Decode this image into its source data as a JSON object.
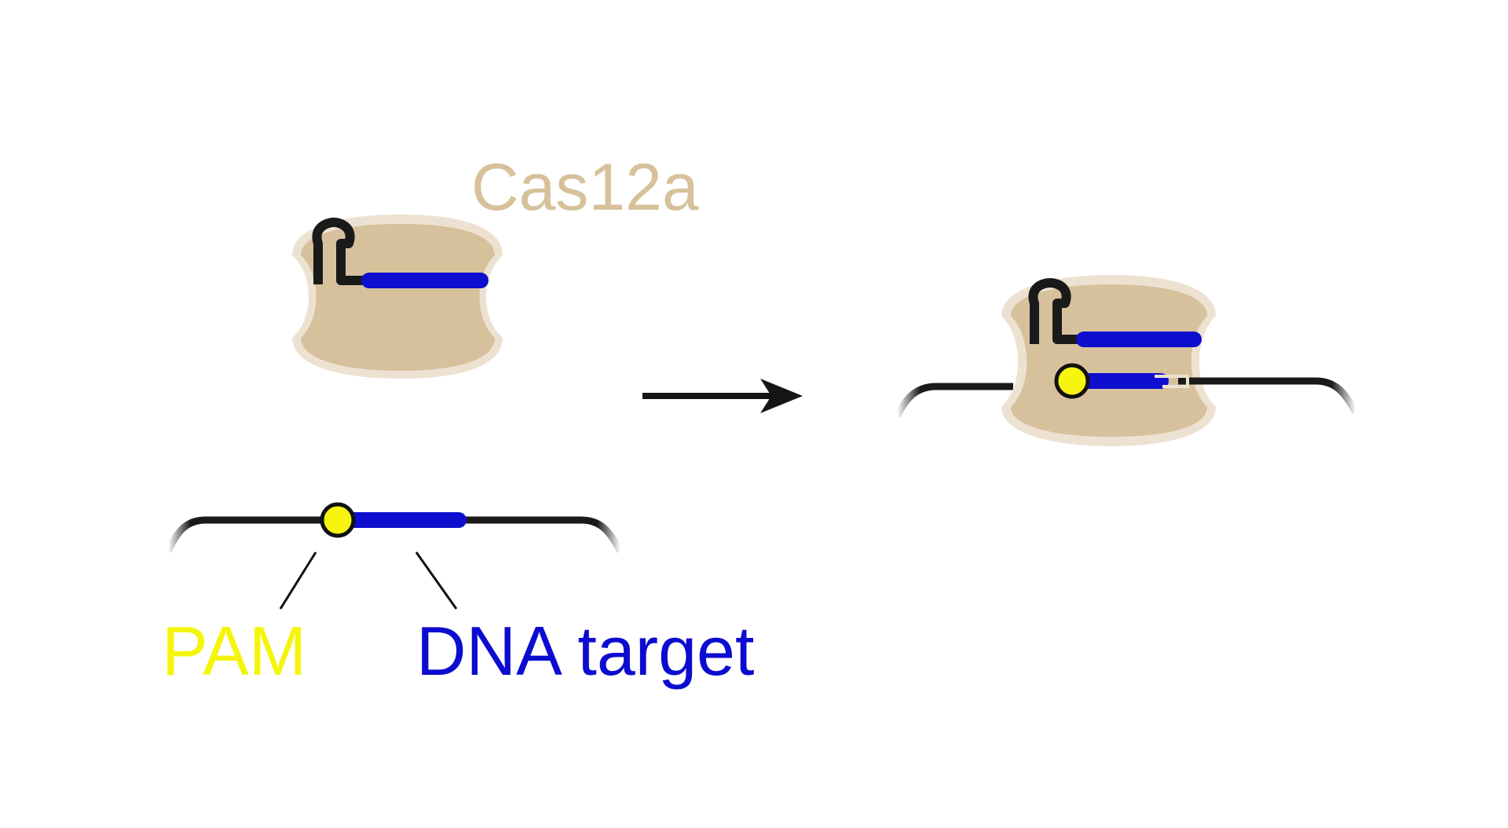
{
  "diagram": {
    "protein_label": "Cas12a",
    "pam_label": "PAM",
    "target_label": "DNA target"
  },
  "colors": {
    "protein_fill": "#d7c19d",
    "protein_halo": "#ede2d2",
    "guide_spacer": "#0e0ecf",
    "pam": "#f7f50f",
    "dna_strand": "#1a1a1a",
    "protein_text": "#d6c19b",
    "pam_text": "#f5f50c",
    "target_text": "#0c0cd0"
  }
}
